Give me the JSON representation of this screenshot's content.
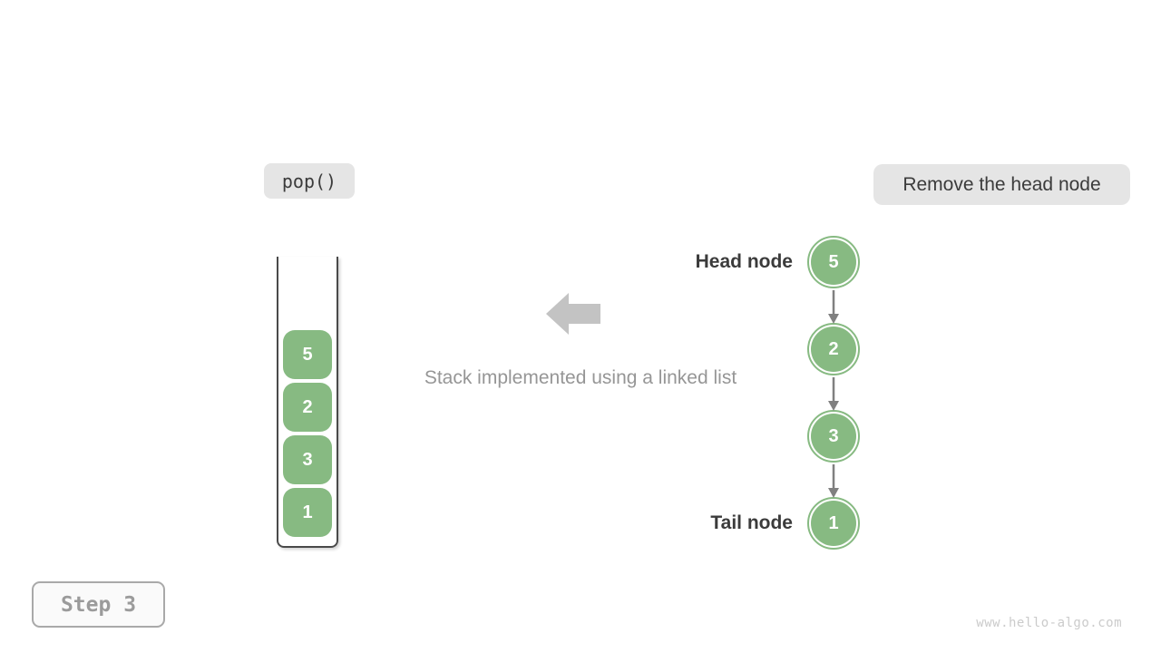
{
  "figure": {
    "operation_label": "pop()",
    "description_label": "Remove the head node",
    "caption": "Stack implemented using a linked list",
    "step_label": "Step 3",
    "watermark": "www.hello-algo.com"
  },
  "stack": {
    "items": [
      "5",
      "2",
      "3",
      "1"
    ]
  },
  "linked_list": {
    "head_label": "Head node",
    "tail_label": "Tail node",
    "nodes": [
      "5",
      "2",
      "3",
      "1"
    ]
  },
  "colors": {
    "node_green": "#87ba82",
    "label_bg": "#e5e5e5",
    "dark_text": "#3b3b3b",
    "gray_text": "#969696",
    "big_arrow_gray": "#c3c3c3",
    "connector_gray": "#808080",
    "container_border": "#4a4a4a",
    "step_text": "#9b9b9b",
    "watermark_gray": "#cbcbcb"
  },
  "icons": {
    "left_block_arrow": "left-arrow-icon",
    "down_connector": "arrow-down-icon"
  }
}
